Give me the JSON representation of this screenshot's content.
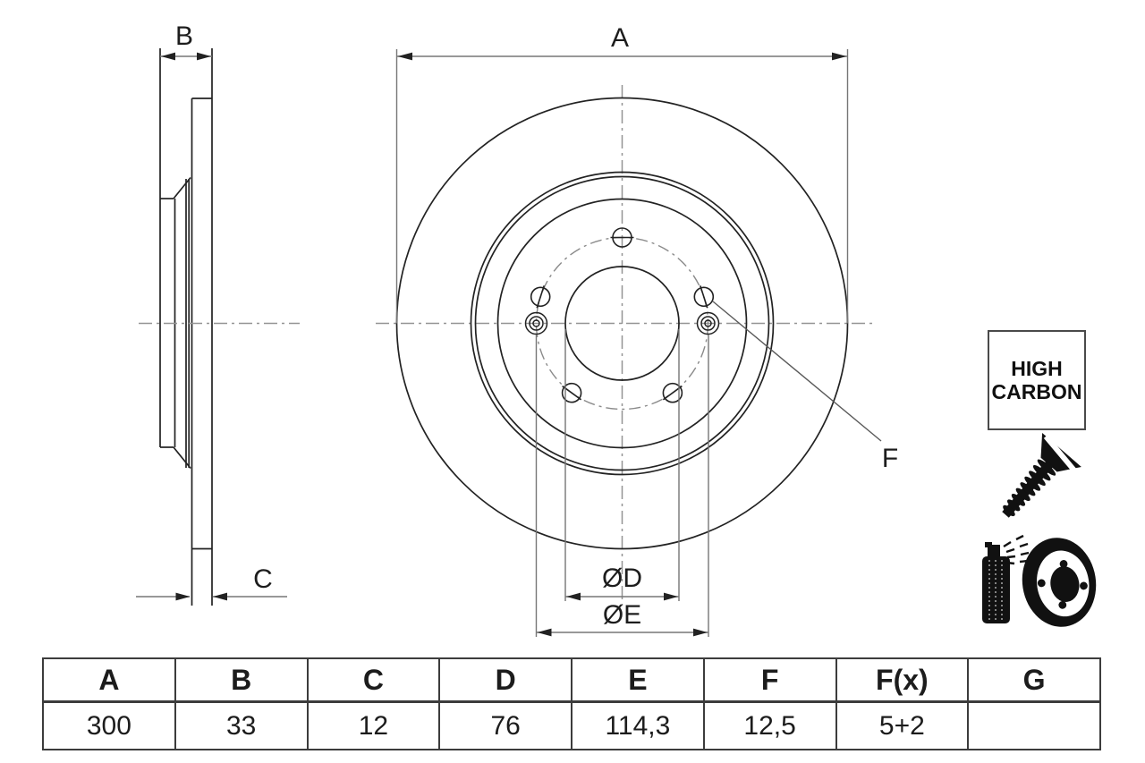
{
  "labels": {
    "a": "A",
    "b": "B",
    "c": "C",
    "d": "ØD",
    "e": "ØE",
    "f": "F"
  },
  "badge": {
    "line1": "HIGH",
    "line2": "CARBON"
  },
  "table": {
    "headers": [
      "A",
      "B",
      "C",
      "D",
      "E",
      "F",
      "F(x)",
      "G"
    ],
    "values": [
      "300",
      "33",
      "12",
      "76",
      "114,3",
      "12,5",
      "5+2",
      ""
    ]
  },
  "icons": {
    "screw": "countersunk-screw",
    "spray": "spray-can-coating-disc"
  },
  "colors": {
    "edge": "#222222",
    "dim": "#767676",
    "centerline": "#949494",
    "background": "#ffffff"
  },
  "chart_data": {
    "type": "table",
    "title": "Brake disc dimensions",
    "categories": [
      "A",
      "B",
      "C",
      "D",
      "E",
      "F",
      "F(x)",
      "G"
    ],
    "values": [
      "300",
      "33",
      "12",
      "76",
      "114,3",
      "12,5",
      "5+2",
      ""
    ]
  }
}
